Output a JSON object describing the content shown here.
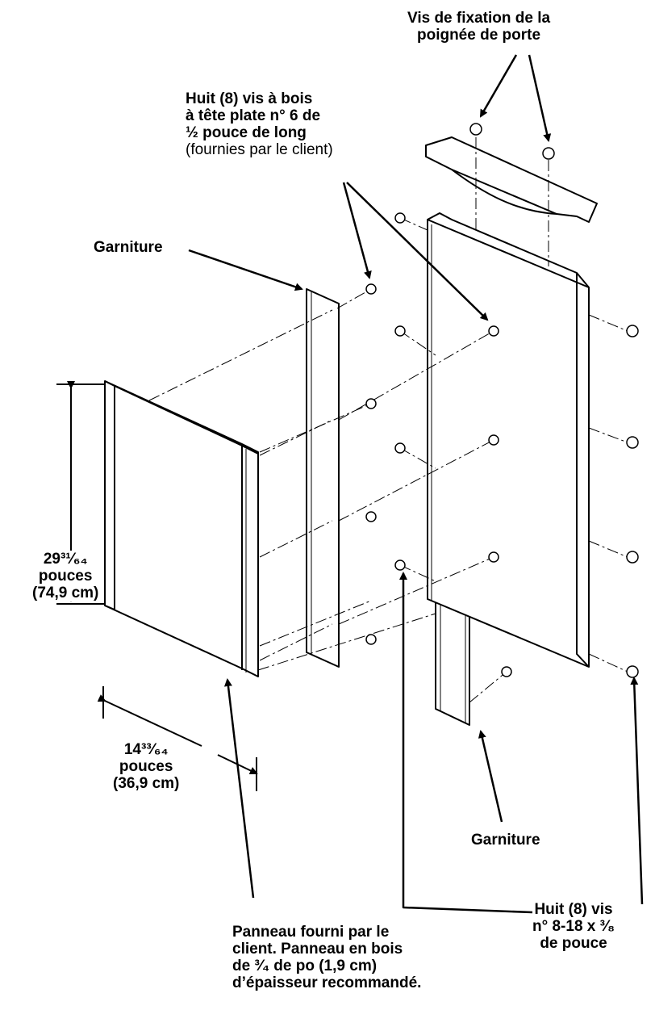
{
  "labels": {
    "handle_screws": [
      "Vis de fixation de la",
      "poignée de porte"
    ],
    "wood_screws": [
      "Huit (8) vis à bois",
      "à tête plate n° 6 de",
      "½  pouce de long"
    ],
    "wood_screws_note": "(fournies par le client)",
    "trim_top": "Garniture",
    "trim_bottom": "Garniture",
    "height": [
      "29³¹⁄₆₄",
      "pouces",
      "(74,9 cm)"
    ],
    "width": [
      "14³³⁄₆₄",
      "pouces",
      "(36,9 cm)"
    ],
    "machine_screws": [
      "Huit (8) vis",
      "n° 8-18 x ³⁄₈",
      "de pouce"
    ],
    "panel": [
      "Panneau fourni par le",
      "client. Panneau en bois",
      "de ³⁄₄ de po (1,9 cm)",
      "d’épaisseur recommandé."
    ]
  }
}
